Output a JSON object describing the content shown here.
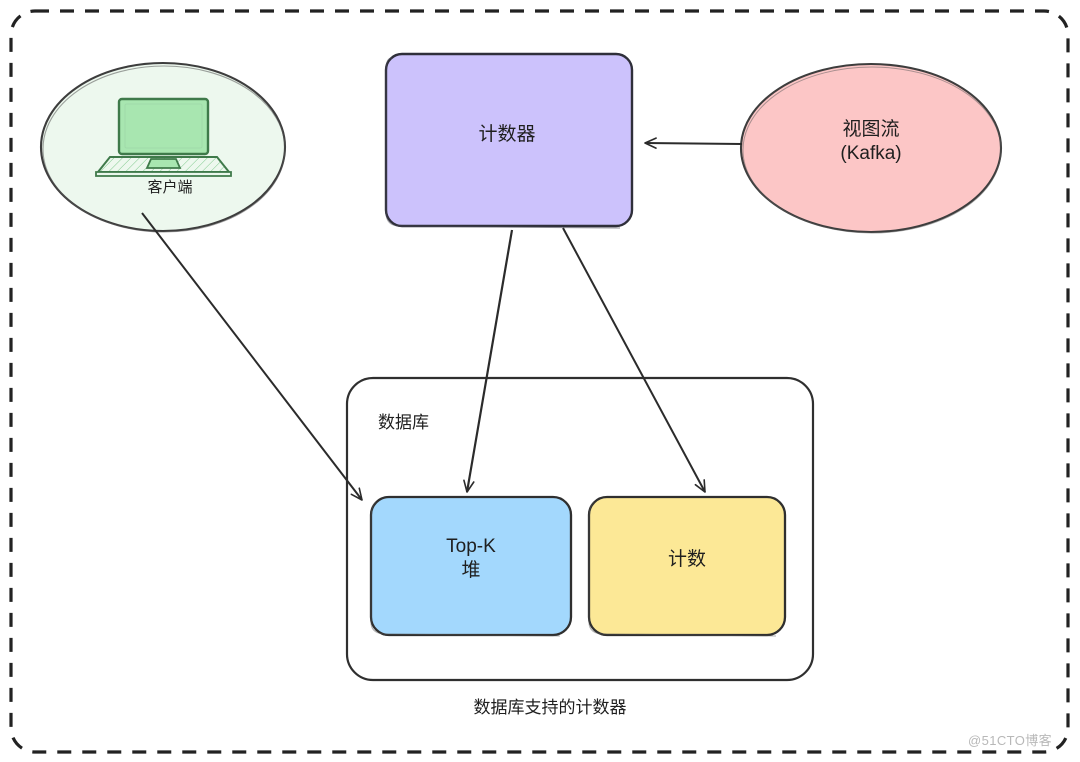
{
  "diagram": {
    "type": "architecture-flow",
    "caption": "数据库支持的计数器",
    "outer_frame": {
      "style": "dashed",
      "color": "#222222"
    },
    "nodes": [
      {
        "id": "client",
        "label": "客户端",
        "shape": "ellipse",
        "fill": "#EDF8EE",
        "stroke": "#3a3a3a",
        "icon": "laptop-icon",
        "icon_fill": "#A8E6B0"
      },
      {
        "id": "counter",
        "label": "计数器",
        "shape": "rounded-rect",
        "fill": "#CCC2FC",
        "stroke": "#2f2f3a"
      },
      {
        "id": "view-stream",
        "label": "视图流\n(Kafka)",
        "shape": "ellipse",
        "fill": "#FCC6C6",
        "stroke": "#3a3a3a"
      },
      {
        "id": "database",
        "label": "数据库",
        "shape": "rounded-rect-container",
        "fill": "#ffffff",
        "stroke": "#2f2f2f"
      },
      {
        "id": "topk-heap",
        "label": "Top-K\n堆",
        "shape": "rounded-rect",
        "fill": "#A3D8FD",
        "stroke": "#2f2f2f"
      },
      {
        "id": "counts",
        "label": "计数",
        "shape": "rounded-rect",
        "fill": "#FCE896",
        "stroke": "#2f2f2f"
      }
    ],
    "edges": [
      {
        "id": "stream-to-counter",
        "from": "view-stream",
        "to": "counter",
        "direction": "left",
        "label": ""
      },
      {
        "id": "client-to-topk",
        "from": "client",
        "to": "topk-heap",
        "direction": "down-right",
        "label": ""
      },
      {
        "id": "counter-to-topk",
        "from": "counter",
        "to": "topk-heap",
        "direction": "down-left",
        "label": ""
      },
      {
        "id": "counter-to-counts",
        "from": "counter",
        "to": "counts",
        "direction": "down-right",
        "label": ""
      }
    ]
  },
  "watermark": {
    "text": "@51CTO博客"
  }
}
